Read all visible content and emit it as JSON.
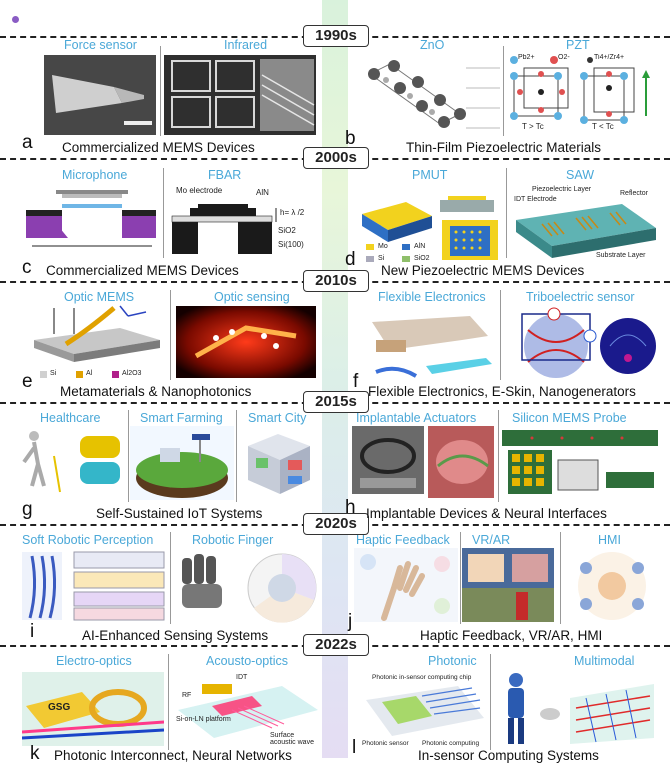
{
  "eras": [
    "1990s",
    "2000s",
    "2010s",
    "2015s",
    "2020s",
    "2022s"
  ],
  "rows": [
    {
      "left": {
        "letter": "a",
        "caption": "Commercialized MEMS Devices",
        "titles": [
          "Force sensor",
          "Infrared"
        ]
      },
      "right": {
        "letter": "b",
        "caption": "Thin-Film Piezoelectric Materials",
        "titles": [
          "ZnO",
          "PZT"
        ]
      }
    },
    {
      "left": {
        "letter": "c",
        "caption": "Commercialized MEMS Devices",
        "titles": [
          "Microphone",
          "FBAR"
        ]
      },
      "right": {
        "letter": "d",
        "caption": "New Piezoelectric MEMS Devices",
        "titles": [
          "PMUT",
          "SAW"
        ]
      }
    },
    {
      "left": {
        "letter": "e",
        "caption": "Metamaterials & Nanophotonics",
        "titles": [
          "Optic MEMS",
          "Optic sensing"
        ]
      },
      "right": {
        "letter": "f",
        "caption": "Flexible Electronics, E-Skin, Nanogenerators",
        "titles": [
          "Flexible Electronics",
          "Triboelectric sensor"
        ]
      }
    },
    {
      "left": {
        "letter": "g",
        "caption": "Self-Sustained IoT Systems",
        "titles": [
          "Healthcare",
          "Smart Farming",
          "Smart City"
        ]
      },
      "right": {
        "letter": "h",
        "caption": "Implantable Devices & Neural Interfaces",
        "titles": [
          "Implantable Actuators",
          "Silicon MEMS Probe"
        ]
      }
    },
    {
      "left": {
        "letter": "i",
        "caption": "AI-Enhanced Sensing Systems",
        "titles": [
          "Soft Robotic Perception",
          "Robotic Finger"
        ]
      },
      "right": {
        "letter": "j",
        "caption": "Haptic Feedback, VR/AR, HMI",
        "titles": [
          "Haptic Feedback",
          "VR/AR",
          "HMI"
        ]
      }
    },
    {
      "left": {
        "letter": "k",
        "caption": "Photonic Interconnect, Neural Networks",
        "titles": [
          "Electro-optics",
          "Acousto-optics"
        ]
      },
      "right": {
        "letter": "l",
        "caption": "In-sensor Computing Systems",
        "titles": [
          "Photonic",
          "Multimodal"
        ]
      }
    }
  ],
  "figure_text": {
    "fbar": {
      "electrode": "Mo electrode",
      "aln": "AlN",
      "h": "h= λ /2",
      "sio2": "SiO2",
      "si": "Si(100)"
    },
    "pzt_legend": {
      "pb": "Pb2+",
      "o": "O2-",
      "tizr": "Ti4+/Zr4+"
    },
    "pzt_temps": [
      "T > Tc",
      "T < Tc"
    ],
    "pmut_legend": [
      "Mo",
      "AlN",
      "Si",
      "SiO2"
    ],
    "saw_labels": [
      "Piezoelectric Layer",
      "IDT Electrode",
      "Reflector",
      "Substrate Layer"
    ],
    "optic_mems_legend": [
      "Si",
      "Al",
      "Al2O3"
    ],
    "electro_optics": "GSG",
    "acousto_labels": [
      "IDT",
      "RF",
      "Si-on-LN platform",
      "Surface acoustic wave"
    ],
    "photonic_labels": [
      "Photonic in-sensor computing chip",
      "Photonic sensor",
      "Photonic computing"
    ]
  }
}
